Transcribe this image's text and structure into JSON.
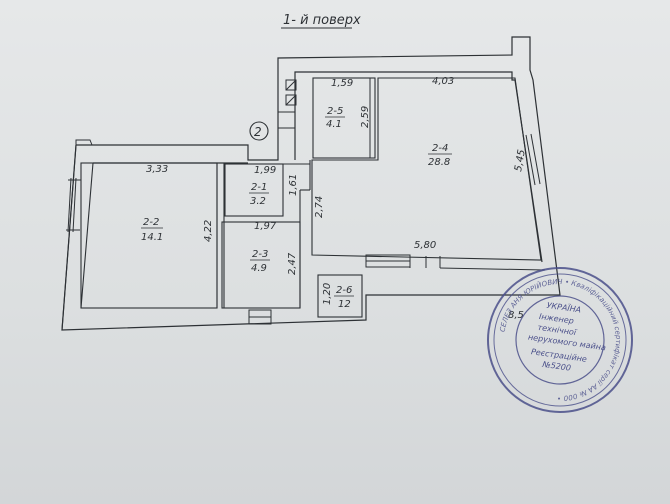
{
  "title": "1- й поверх",
  "marker": "2",
  "rooms": [
    {
      "id": "2-1",
      "area": "3.2"
    },
    {
      "id": "2-2",
      "area": "14.1"
    },
    {
      "id": "2-3",
      "area": "4.9"
    },
    {
      "id": "2-4",
      "area": "28.8"
    },
    {
      "id": "2-5",
      "area": "4.1"
    },
    {
      "id": "2-6",
      "area": "12"
    }
  ],
  "dimensions": {
    "d_1_59": "1,59",
    "d_4_03": "4,03",
    "d_2_59": "2,59",
    "d_5_45": "5,45",
    "d_3_33": "3,33",
    "d_1_99": "1,99",
    "d_1_61": "1,61",
    "d_2_74": "2,74",
    "d_4_22": "4,22",
    "d_1_97": "1,97",
    "d_2_47": "2,47",
    "d_5_80": "5,80",
    "d_1_20": "1,20",
    "d_8_5": "8,5"
  },
  "stamp": {
    "center_lines": [
      "Інженер",
      "технічної",
      "нерухомого майна",
      "Реєстраційне",
      "№5200"
    ],
    "top_word": "УКРАЇНА",
    "ring_text": "СЕЛЕЗ АНЯ ЮРІЙОВИЧ • Кваліфікаційний сертифікат серії АА № 000 •"
  },
  "colors": {
    "ink": "#2d3135",
    "stamp": "#4a4f8a"
  }
}
